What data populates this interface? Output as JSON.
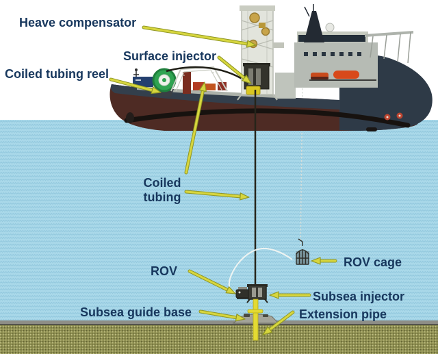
{
  "labels": {
    "heave_compensator": "Heave compensator",
    "surface_injector": "Surface injector",
    "coiled_tubing_reel": "Coiled tubing reel",
    "coiled_tubing": "Coiled tubing",
    "rov": "ROV",
    "subsea_guide_base": "Subsea guide base",
    "subsea_injector": "Subsea injector",
    "extension_pipe": "Extension pipe",
    "rov_cage": "ROV cage"
  },
  "colors": {
    "label_text": "#17375D",
    "arrow_fill": "#D7D63E",
    "arrow_outline": "#8F9623",
    "sky": "#FFFFFF",
    "water": "#A9D8E9",
    "wave": "#8FC6DC",
    "seabed": "#8F9051",
    "seabed_border": "#8E8E87",
    "hull_lower": "#4E2B24",
    "hull_upper": "#333F4C",
    "superstructure": "#B6BBB4",
    "reel_green": "#2FA351",
    "lifeboat_orange": "#D8491A",
    "extension_pipe_yellow": "#E3DA33"
  }
}
